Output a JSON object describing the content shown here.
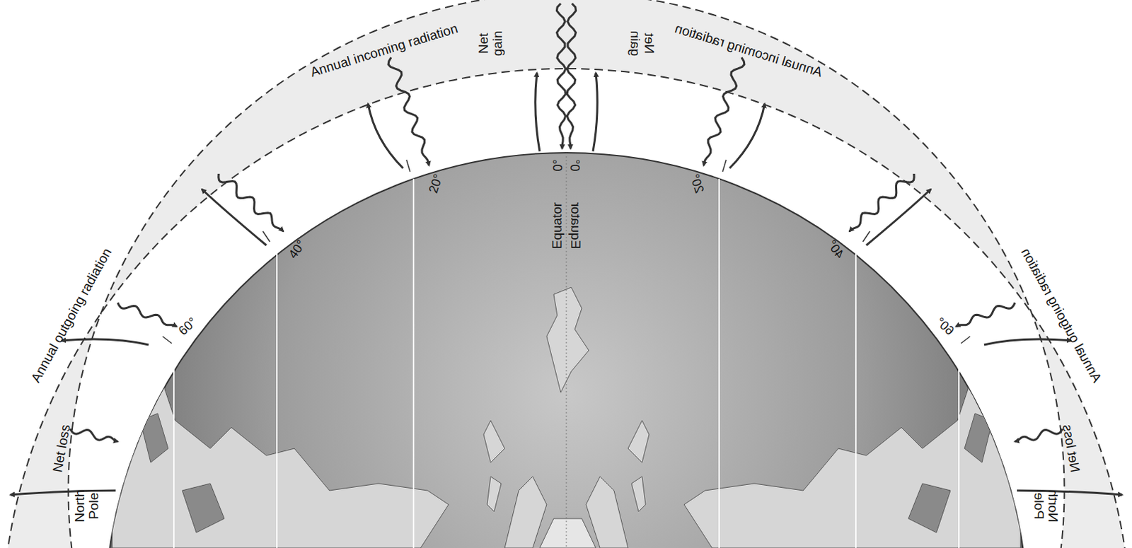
{
  "diagram": {
    "labels": [
      "Annual incoming radiation",
      "Annual outgoing radiation",
      "Net gain",
      "Net loss",
      "North Pole",
      "Equator",
      "0°",
      "20°",
      "40°",
      "60°",
      "Annual incoming radiation",
      "Annual outgoing radiation",
      "Net gain",
      "Net loss",
      "North Pole",
      "Equator",
      "0°",
      "20°",
      "40°",
      "60°"
    ]
  }
}
